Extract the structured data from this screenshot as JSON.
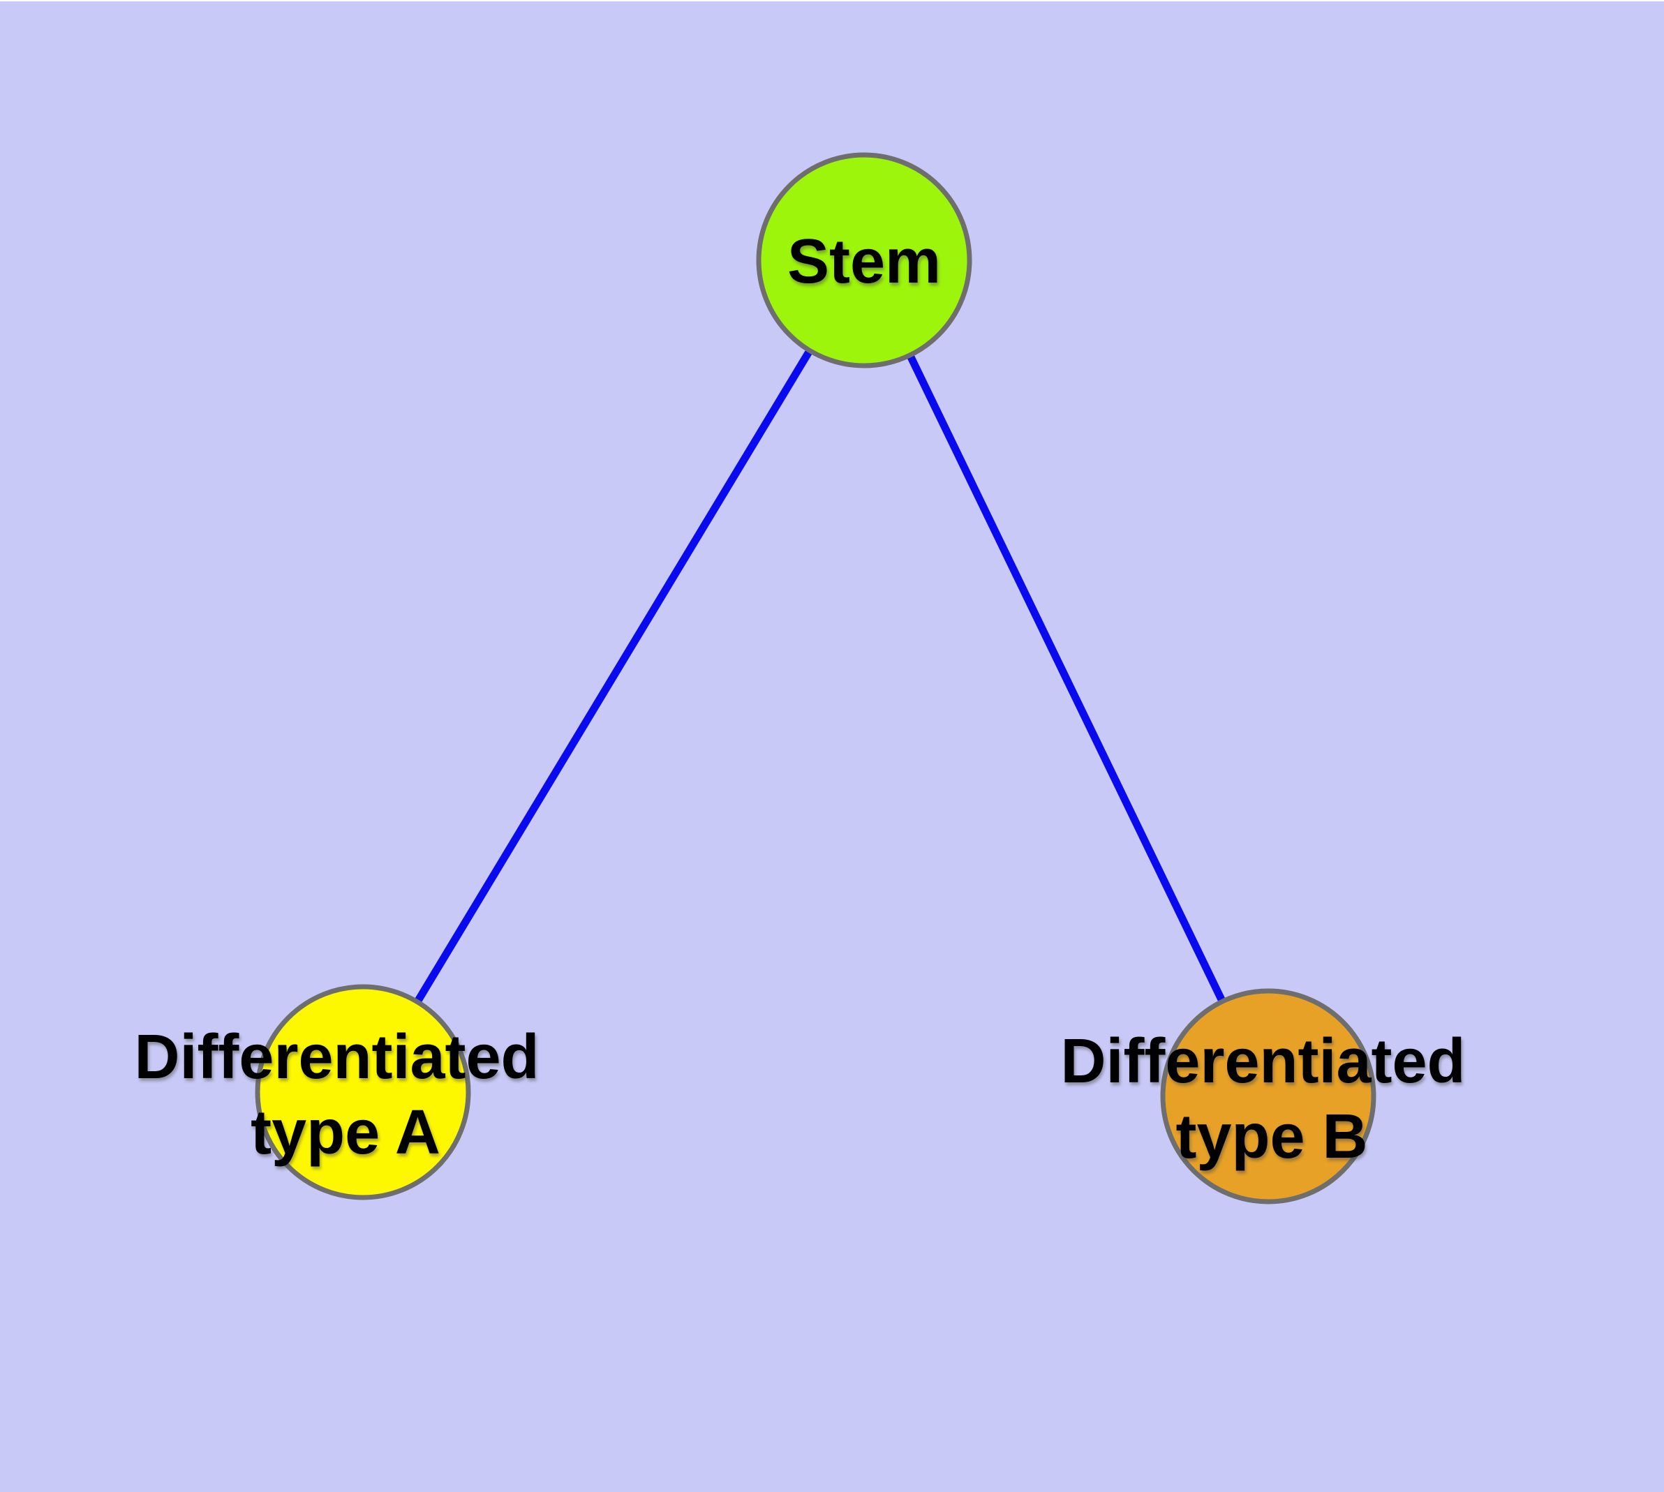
{
  "diagram": {
    "type": "node-link-graph",
    "background_color": "#c9c9f7",
    "edge_color": "#0a0aee",
    "node_border_color": "#6e6e6e",
    "label_color": "#000000",
    "nodes": [
      {
        "id": "stem",
        "label": "Stem",
        "color": "#9cf50a"
      },
      {
        "id": "differentiated-type-a",
        "label": "Differentiated type A",
        "label_lines": [
          "Differentiated",
          "type A"
        ],
        "color": "#fdf800"
      },
      {
        "id": "differentiated-type-b",
        "label": "Differentiated type B",
        "label_lines": [
          "Differentiated",
          "type B"
        ],
        "color": "#e7a126"
      }
    ],
    "edges": [
      {
        "from": "Stem",
        "to": "Differentiated type A"
      },
      {
        "from": "Stem",
        "to": "Differentiated type B"
      }
    ]
  }
}
